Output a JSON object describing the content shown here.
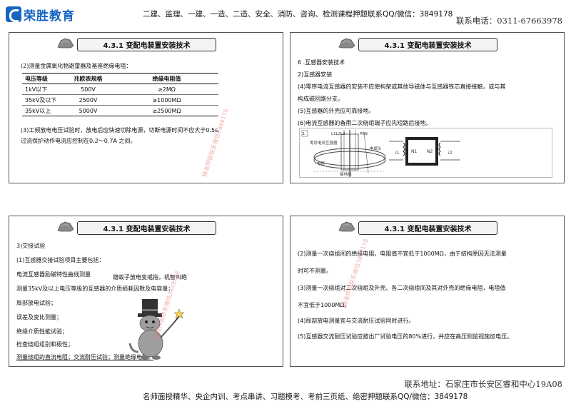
{
  "header": {
    "logo_text": "荣胜教育",
    "top_line": "二建、监理、一建、一造、二造、安全、消防、咨询、检测课程押题联系QQ/微信：3849178",
    "phone": "联系电话：0311-67663978"
  },
  "footer": {
    "address": "联系地址：石家庄市长安区睿和中心19A08",
    "line": "名师面授精华、央企内训、考点串讲、习题模考、考前三页纸、绝密押题联系QQ/微信：3849178"
  },
  "panels": [
    {
      "title": "4.3.1 变配电装置安装技术",
      "lines": [
        "(2)测量金属氧化物避雷器及基座绝缘电阻："
      ],
      "table": {
        "headers": [
          "电压等级",
          "兆欧表规格",
          "绝缘电阻值"
        ],
        "rows": [
          [
            "1kV以下",
            "500V",
            "≥2MΩ"
          ],
          [
            "35kV及以下",
            "2500V",
            "≥1000MΩ"
          ],
          [
            "35kV以上",
            "5000V",
            "≥2500MΩ"
          ]
        ]
      },
      "after": [
        "(3)工频放电电压试验时，放电后应快速切除电源，切断电源时间不应大于0.5s,",
        "过流保护动作电流应控制在0.2～0.7A 之间。"
      ],
      "watermark": "精准押题联系微信3849178"
    },
    {
      "title": "4.3.1 变配电装置安装技术",
      "lines": [
        "6 .互感器安装技术",
        "2)互感器安装",
        "(4)零序电流互感器的安装不应使构架或其他导磁体与互感器铁芯直接接触，或与其",
        "构成磁回路分支。",
        "(5)互感器的外壳应可靠接地。",
        "(6)电流互感器的备用二次绕组端子应先短路后接地。"
      ],
      "figure": {
        "labels": [
          "1",
          "零序电流互感器",
          "电缆",
          "电缆头",
          "L1L2L3",
          "PEN",
          "接地线",
          "N1",
          "N2",
          "i1",
          "i2"
        ]
      }
    },
    {
      "title": "4.3.1 变配电装置安装技术",
      "lines": [
        "3)交接试验",
        "(1)互感器交接试验项目主要包括：",
        "电流互感器励磁特性曲线测量",
        "测量35kV及以上电压等级的互感器的介质损耗因数及电容量；",
        "局部放电试验；",
        "误差及变比测量；",
        "绝缘介质性能试验；",
        "检查绕组组别和极性；",
        "测量绕组的直流电阻；交流耐压试验；测量绝缘电阻。"
      ],
      "side_note": "雄蚁子放电变戒指，机智叫绝",
      "watermark": "精准押题联系微信3849178"
    },
    {
      "title": "4.3.1 变配电装置安装技术",
      "lines": [
        "(2)测量一次绕组间的绝缘电阻，电阻值不宜低于1000MΩ，由于结构原因无法测量",
        "时可不测量。",
        "(3)测量一次绕组对二次绕组及外壳、各二次绕组间及其对外壳的绝缘电阻，电阻值",
        "不宜低于1000MΩ。",
        "(4)局部放电测量宜与交流耐压试验同时进行。",
        "(5)互感器交流耐压试验应按出厂试验电压的80%进行，并应在高压侧监视施加电压。"
      ],
      "watermark": "精准押题联系微信3849178"
    }
  ]
}
